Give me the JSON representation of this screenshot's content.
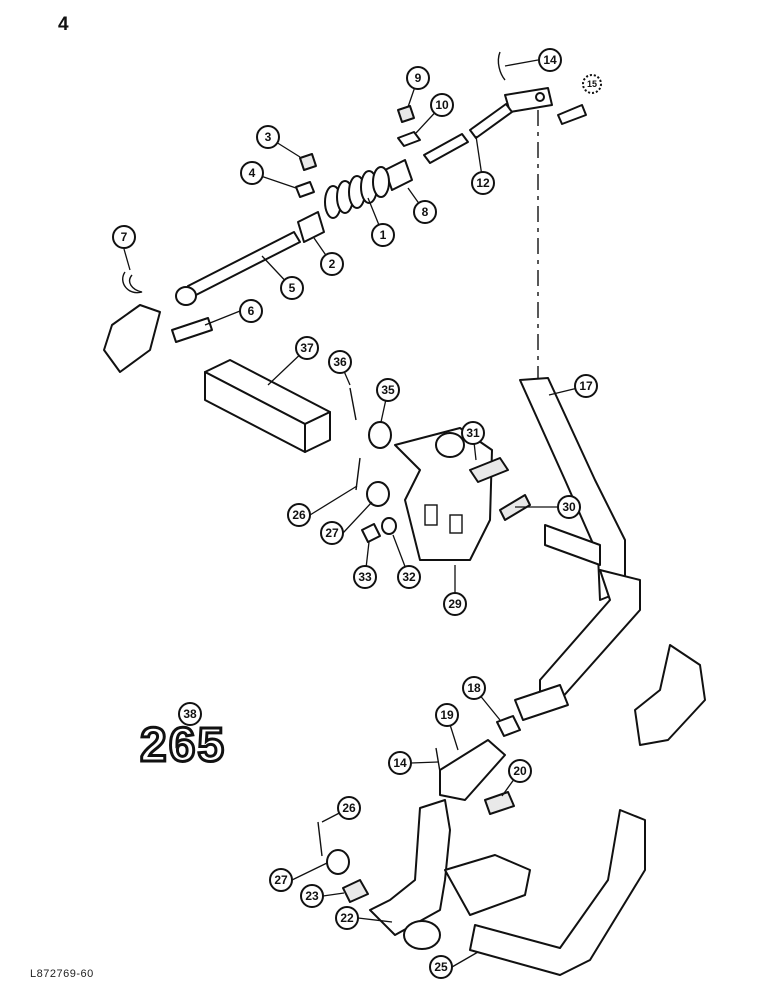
{
  "page_number": "4",
  "figure_code": "L872769-60",
  "model": "265",
  "callouts": [
    "1",
    "2",
    "3",
    "4",
    "5",
    "6",
    "7",
    "8",
    "9",
    "10",
    "12",
    "14",
    "15",
    "17",
    "18",
    "19",
    "20",
    "22",
    "23",
    "25",
    "26",
    "27",
    "29",
    "30",
    "31",
    "32",
    "33",
    "35",
    "36",
    "37",
    "38"
  ],
  "callout_extra": [
    "14",
    "26",
    "27"
  ]
}
